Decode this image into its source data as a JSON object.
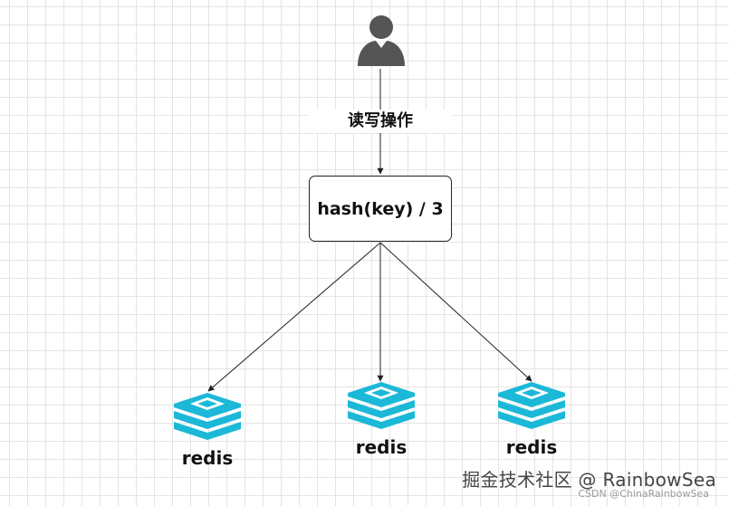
{
  "diagram": {
    "client": {
      "icon": "user-icon"
    },
    "operation_label": "读写操作",
    "hash_box": {
      "label": "hash(key) / 3"
    },
    "nodes": [
      {
        "label": "redis",
        "icon": "redis-icon"
      },
      {
        "label": "redis",
        "icon": "redis-icon"
      },
      {
        "label": "redis",
        "icon": "redis-icon"
      }
    ],
    "edges": [
      {
        "from": "user",
        "to": "hash_box"
      },
      {
        "from": "hash_box",
        "to": "redis-1"
      },
      {
        "from": "hash_box",
        "to": "redis-2"
      },
      {
        "from": "hash_box",
        "to": "redis-3"
      }
    ],
    "colors": {
      "user": "#555555",
      "redis": "#1cb8d8",
      "grid": "#e4e4e4",
      "line": "#222222"
    }
  },
  "watermark": {
    "main": "掘金技术社区 @ RainbowSea",
    "sub": "CSDN @ChinaRainbowSea"
  }
}
